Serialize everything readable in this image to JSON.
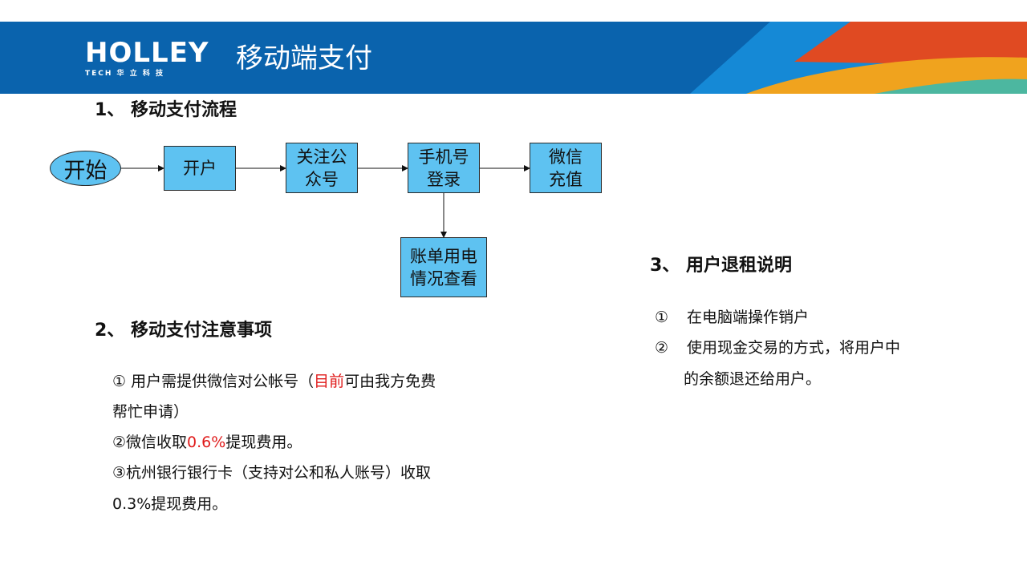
{
  "header": {
    "logo_main": "HOLLEY",
    "logo_sub": "TECH 华 立 科 技",
    "title": "移动端支付"
  },
  "section1": {
    "title": "1、 移动支付流程",
    "flow": {
      "start": "开始",
      "step1": "开户",
      "step2_line1": "关注公",
      "step2_line2": "众号",
      "step3_line1": "手机号",
      "step3_line2": "登录",
      "step4_line1": "微信",
      "step4_line2": "充值",
      "step5_line1": "账单用电",
      "step5_line2": "情况查看"
    }
  },
  "section2": {
    "title": "2、 移动支付注意事项",
    "note1_pre": "① 用户需提供微信对公帐号（",
    "note1_red": "目前",
    "note1_post": "可由我方免费",
    "note1_line2": "帮忙申请）",
    "note2_pre": "②微信收取",
    "note2_red": "0.6%",
    "note2_post": "提现费用。",
    "note3_line1": "③杭州银行银行卡（支持对公和私人账号）收取",
    "note3_line2": "0.3%提现费用。"
  },
  "section3": {
    "title": "3、 用户退租说明",
    "item1_num": "①",
    "item1_text": "在电脑端操作销户",
    "item2_num": "②",
    "item2_text": "使用现金交易的方式，将用户中",
    "item2_line2": "的余额退还给用户。"
  },
  "colors": {
    "header_blue": "#0a63ad",
    "box_fill": "#5ec2f1",
    "highlight_red": "#e01b1b"
  }
}
